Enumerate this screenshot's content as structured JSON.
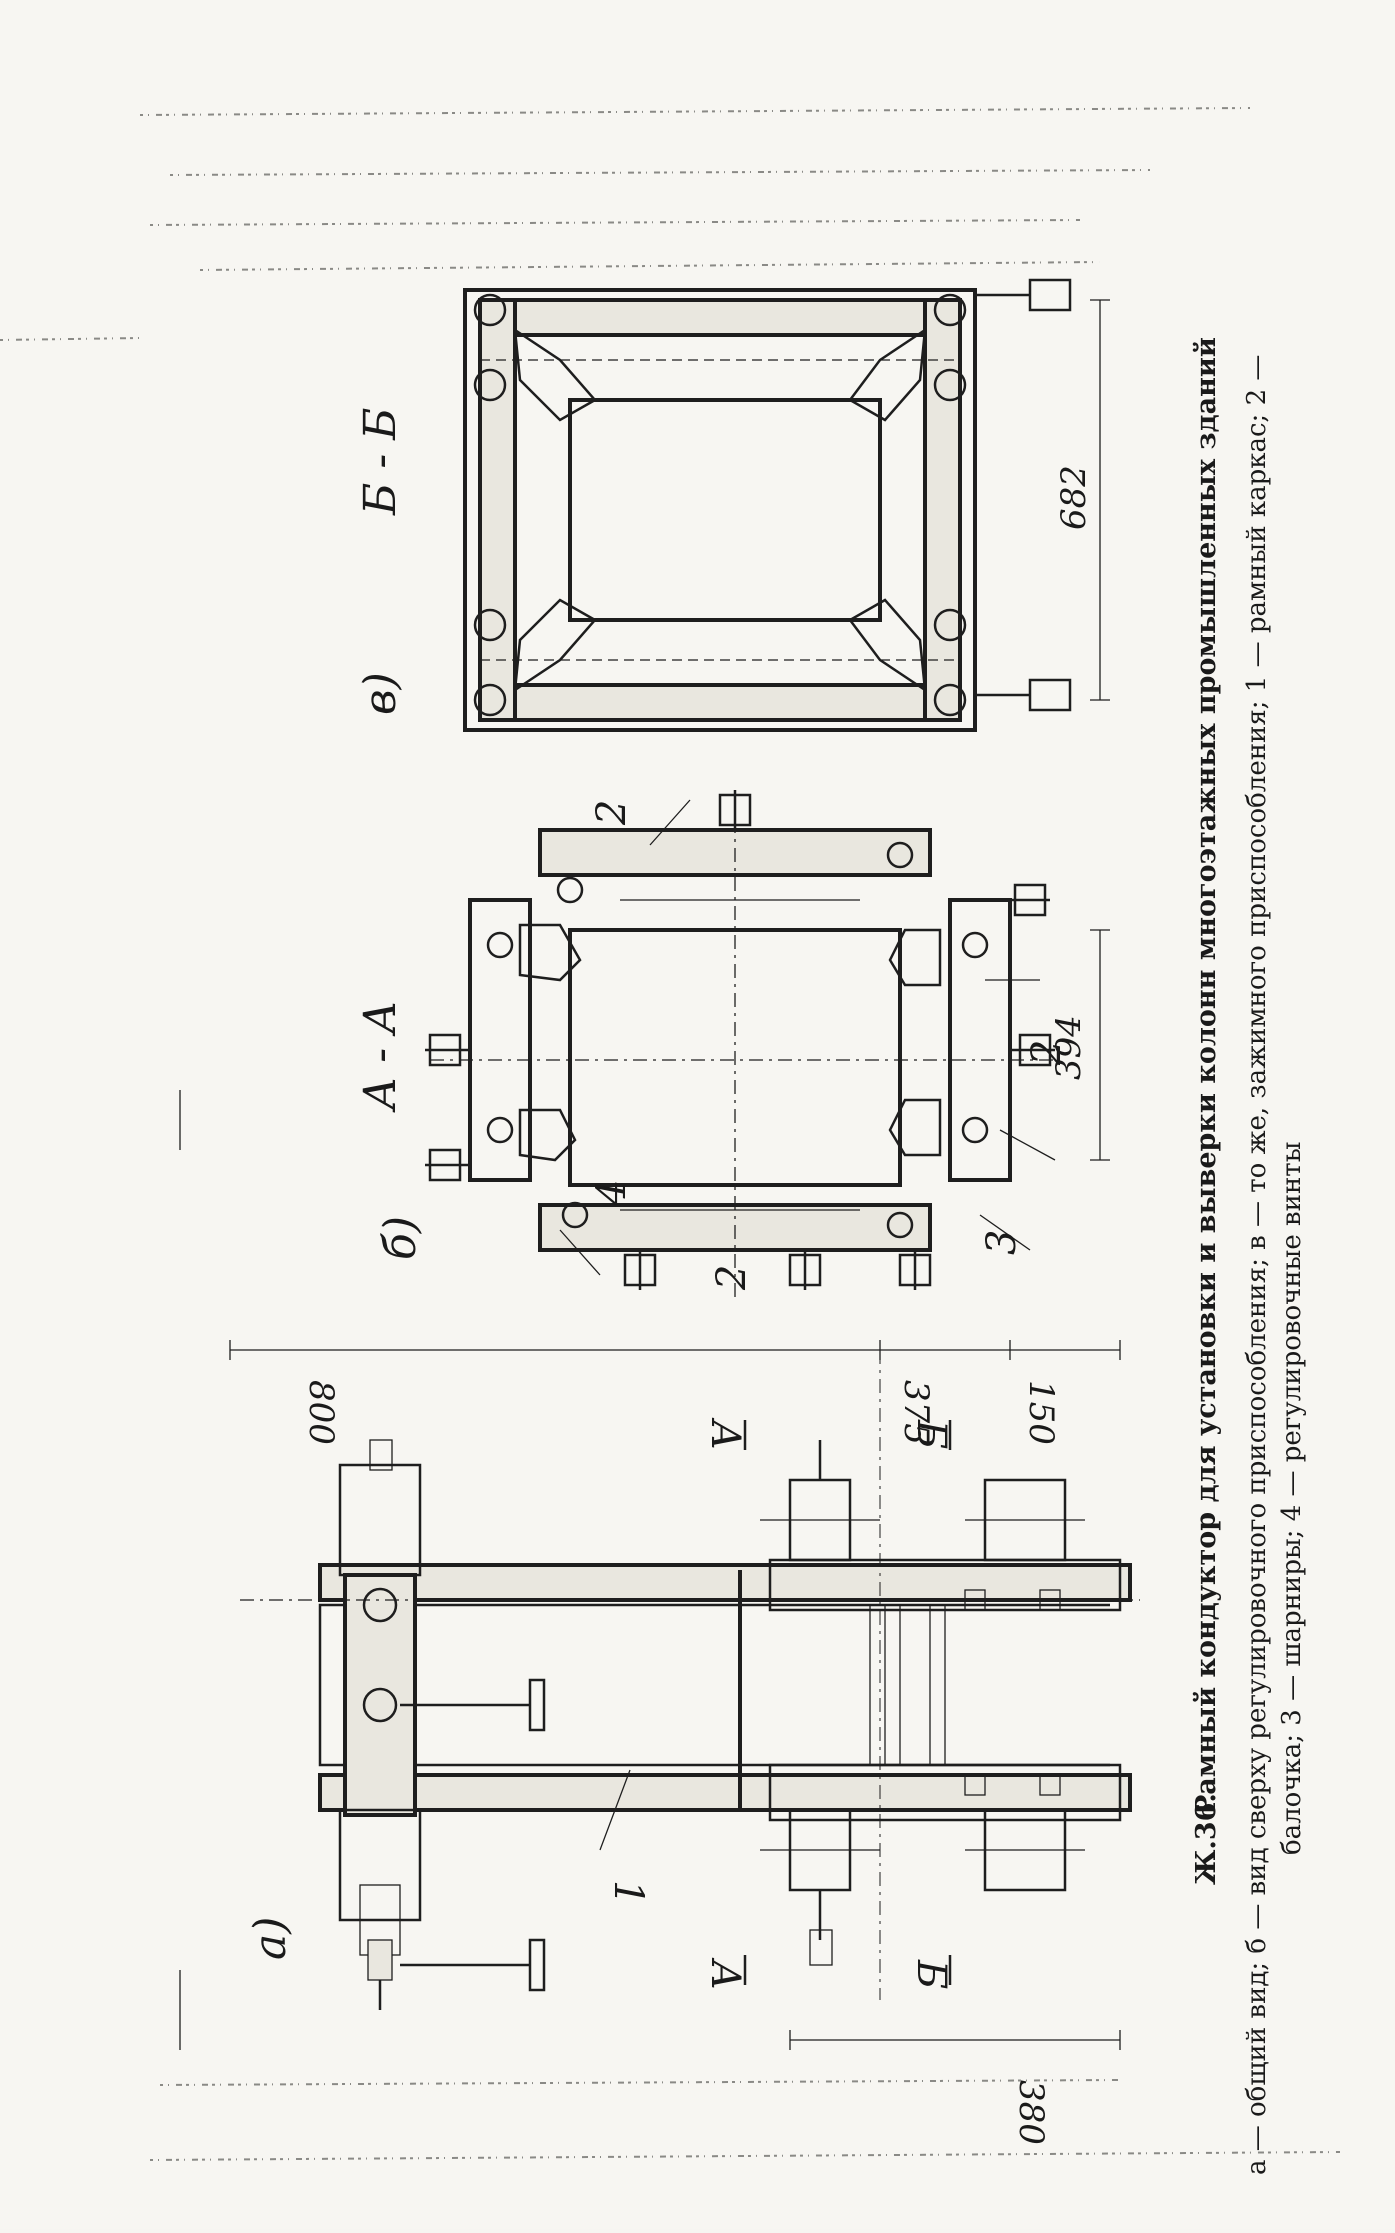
{
  "caption": {
    "number": "Ж.36.",
    "title": "Рамный кондуктор для установки и выверки колонн многоэтажных промышленных зданий",
    "legend_line1": "а — общий вид; б — вид сверху регулировочного приспособления; в — то же, зажимного приспособления; 1 — рамный каркас; 2 —",
    "legend_line2": "балочка; 3 — шарниры; 4 — регулировочные винты"
  },
  "views": {
    "a": {
      "letter": "а)",
      "dims": {
        "d800": "800",
        "d375": "375",
        "d150": "150",
        "d380": "380"
      },
      "section_marks": {
        "a_top": "А",
        "b_top": "Б",
        "a_bottom": "А",
        "b_bottom": "Б"
      },
      "callout_1": "1"
    },
    "b": {
      "letter": "б)",
      "section": "А - А",
      "dim": "394",
      "callouts": {
        "c2_top": "2",
        "c2_right": "2",
        "c2_bottom": "2",
        "c3": "3",
        "c4": "4"
      }
    },
    "c": {
      "letter": "в)",
      "section": "Б - Б",
      "dim": "682"
    }
  }
}
